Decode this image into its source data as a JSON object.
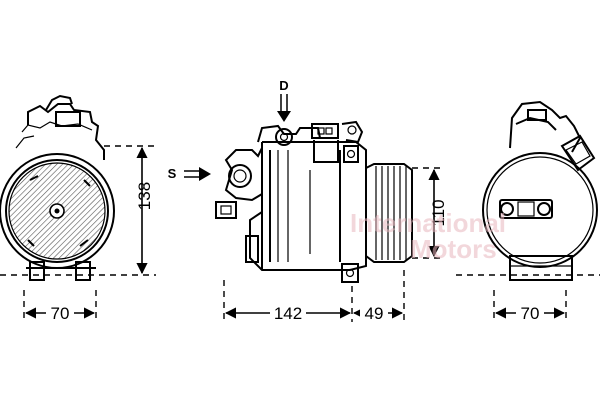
{
  "markers": {
    "top_letter": "D",
    "side_letter": "S"
  },
  "dimensions": {
    "left_width": "70",
    "left_height": "138",
    "body_length": "142",
    "pulley_length": "49",
    "pulley_diameter": "110",
    "right_width": "70"
  },
  "watermark": {
    "line1": "International",
    "line2": "Motors"
  }
}
